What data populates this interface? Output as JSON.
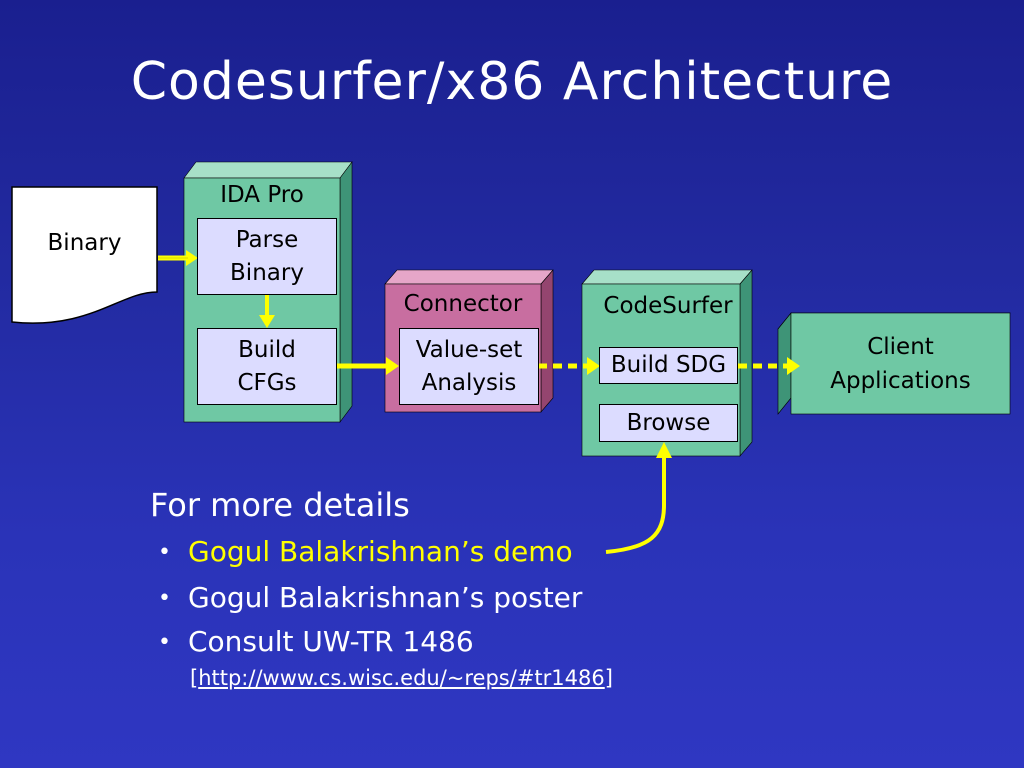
{
  "slide": {
    "title": "Codesurfer/x86 Architecture"
  },
  "diagram": {
    "binary_doc": "Binary",
    "ida_pro": {
      "title": "IDA Pro",
      "parse_line1": "Parse",
      "parse_line2": "Binary",
      "build_line1": "Build",
      "build_line2": "CFGs"
    },
    "connector": {
      "title": "Connector",
      "vsa_line1": "Value-set",
      "vsa_line2": "Analysis"
    },
    "codesurfer": {
      "title": "CodeSurfer",
      "build_sdg": "Build SDG",
      "browse": "Browse"
    },
    "client": {
      "line1": "Client",
      "line2": "Applications"
    }
  },
  "details": {
    "heading": "For more details",
    "bullet": "•",
    "items": [
      "Gogul Balakrishnan’s demo",
      "Gogul Balakrishnan’s poster",
      "Consult UW-TR 1486"
    ],
    "link_open": "[",
    "link_url": "http://www.cs.wisc.edu/~reps/#tr1486",
    "link_close": "]"
  },
  "colors": {
    "background": "#2229a6",
    "title_text": "#ffffff",
    "ida_pro_green": "#6fc8a4",
    "connector_pink": "#c86ea0",
    "inner_box": "#dcdcff",
    "arrow_yellow": "#ffff00",
    "highlight_item": "#ffff00"
  }
}
